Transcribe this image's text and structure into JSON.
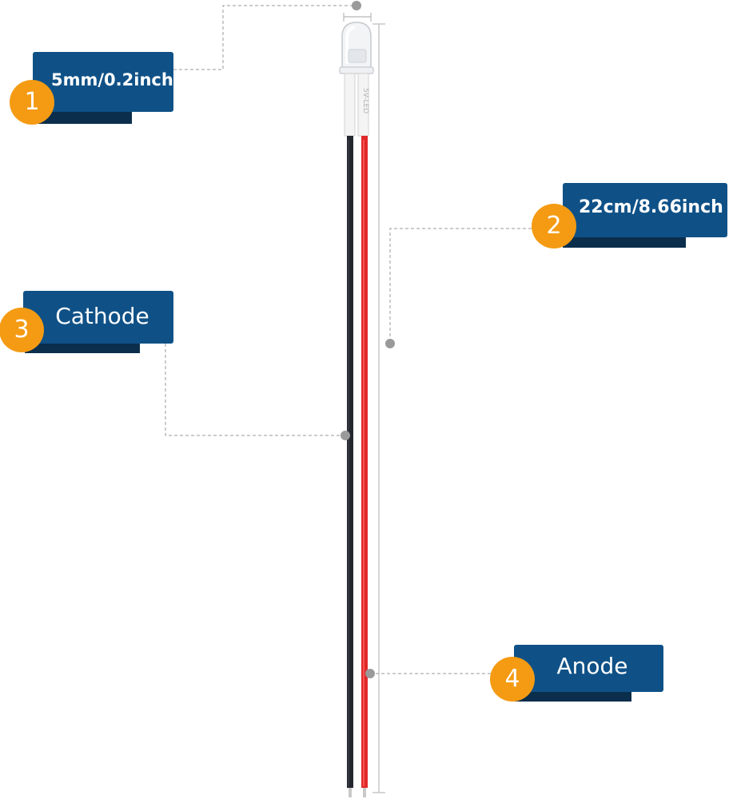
{
  "colors": {
    "label_box": "#0f5187",
    "label_shadow": "#0b2e4c",
    "badge": "#f49b13",
    "leader_line": "#9a9a9a",
    "dot": "#9a9a9a",
    "wire_black": "#252730",
    "wire_red": "#e02828"
  },
  "callouts": [
    {
      "number": "1",
      "text": "5mm/0.2inch"
    },
    {
      "number": "2",
      "text": "22cm/8.66inch"
    },
    {
      "number": "3",
      "text": "Cathode"
    },
    {
      "number": "4",
      "text": "Anode"
    }
  ],
  "led_body_marking": "5V-LED"
}
